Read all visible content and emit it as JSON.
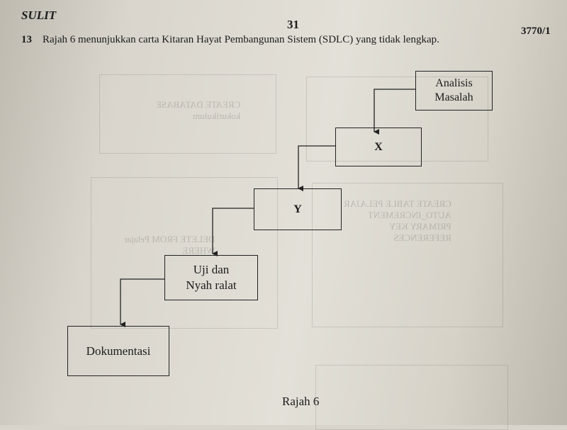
{
  "header": {
    "left": "SULIT",
    "page_number": "31",
    "code": "3770/1"
  },
  "question": {
    "number": "13",
    "text": "Rajah 6 menunjukkan carta Kitaran Hayat Pembangunan Sistem (SDLC) yang tidak lengkap."
  },
  "diagram": {
    "steps": [
      {
        "id": "analisis",
        "lines": [
          "Analisis",
          "Masalah"
        ]
      },
      {
        "id": "x",
        "lines": [
          "X"
        ]
      },
      {
        "id": "y",
        "lines": [
          "Y"
        ]
      },
      {
        "id": "uji",
        "lines": [
          "Uji dan",
          "Nyah ralat"
        ]
      },
      {
        "id": "dokumentasi",
        "lines": [
          "Dokumentasi"
        ]
      }
    ],
    "caption": "Rajah 6"
  }
}
